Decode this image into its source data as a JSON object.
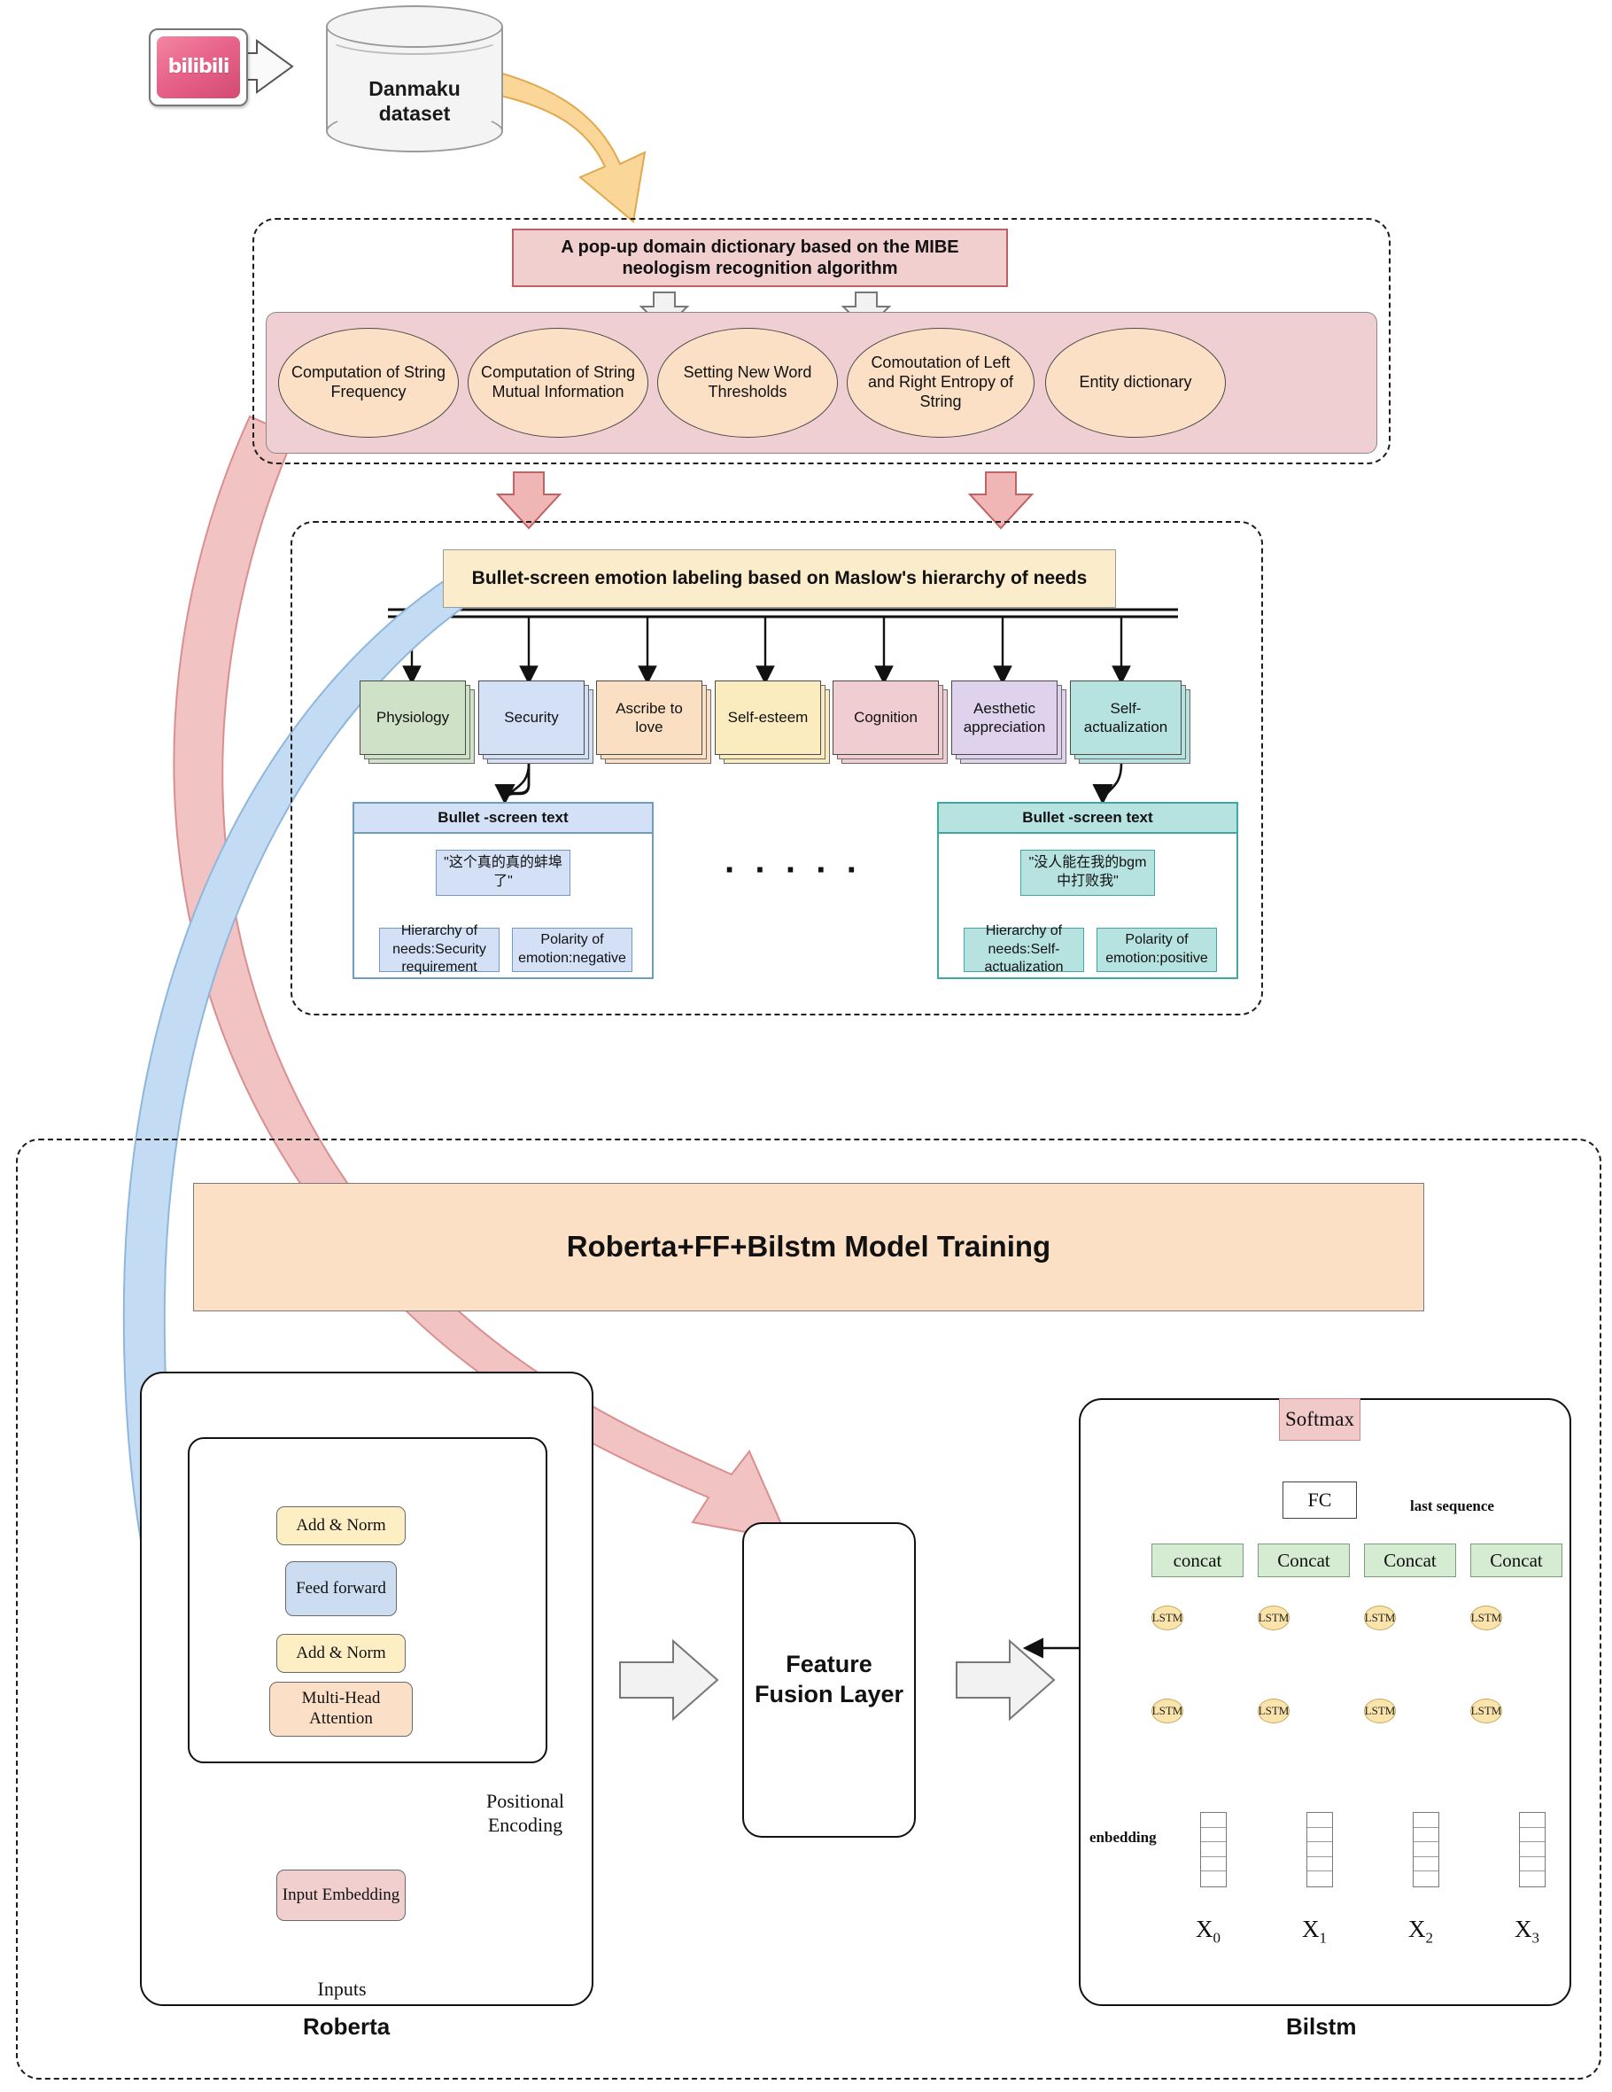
{
  "source": {
    "logo_text": "bilibili",
    "dataset_label_line1": "Danmaku",
    "dataset_label_line2": "dataset"
  },
  "mibe": {
    "title": "A pop-up domain dictionary based on the MIBE neologism recognition algorithm",
    "steps": [
      "Computation of String Frequency",
      "Computation of String Mutual Information",
      "Setting New Word Thresholds",
      "Comoutation of Left and Right Entropy of String",
      "Entity dictionary"
    ]
  },
  "maslow": {
    "title": "Bullet-screen emotion labeling based on Maslow's hierarchy of needs",
    "categories": [
      {
        "label": "Physiology",
        "color": "#cfe2c8"
      },
      {
        "label": "Security",
        "color": "#d3e0f5"
      },
      {
        "label": "Ascribe to love",
        "color": "#fbdfc2"
      },
      {
        "label": "Self-esteem",
        "color": "#fbecc0"
      },
      {
        "label": "Cognition",
        "color": "#f0cdd0"
      },
      {
        "label": "Aesthetic appreciation",
        "color": "#ded2ec"
      },
      {
        "label": "Self-actualization",
        "color": "#b6e2e0"
      }
    ],
    "ellipsis": "· · · · ·",
    "examples": [
      {
        "header": "Bullet -screen text",
        "accent": "#6f9dc0",
        "fill": "#d3e0f5",
        "text": "\"这个真的真的蚌埠了\"",
        "need": "Hierarchy of needs:Security requirement",
        "polarity": "Polarity of emotion:negative"
      },
      {
        "header": "Bullet -screen text",
        "accent": "#3fa8a4",
        "fill": "#b6e2e0",
        "text": "\"没人能在我的bgm中打败我\"",
        "need": "Hierarchy of needs:Self-actualization",
        "polarity": "Polarity of emotion:positive"
      }
    ]
  },
  "training": {
    "banner": "Roberta+FF+Bilstm Model Training",
    "roberta": {
      "caption": "Roberta",
      "add_norm_top": "Add & Norm",
      "feed_forward": "Feed forward",
      "add_norm_bottom": "Add & Norm",
      "multi_head": "Multi-Head Attention",
      "positional": "Positional Encoding",
      "input_embedding": "Input Embedding",
      "inputs": "Inputs"
    },
    "fusion": {
      "label": "Feature Fusion Layer"
    },
    "bilstm": {
      "caption": "Bilstm",
      "softmax": "Softmax",
      "fc": "FC",
      "last_sequence": "last sequence",
      "embedding_label": "enbedding",
      "lstm_label": "LSTM",
      "concats": [
        "concat",
        "Concat",
        "Concat",
        "Concat"
      ],
      "inputs": [
        "X",
        "X",
        "X",
        "X"
      ],
      "input_subs": [
        "0",
        "1",
        "2",
        "3"
      ]
    }
  }
}
